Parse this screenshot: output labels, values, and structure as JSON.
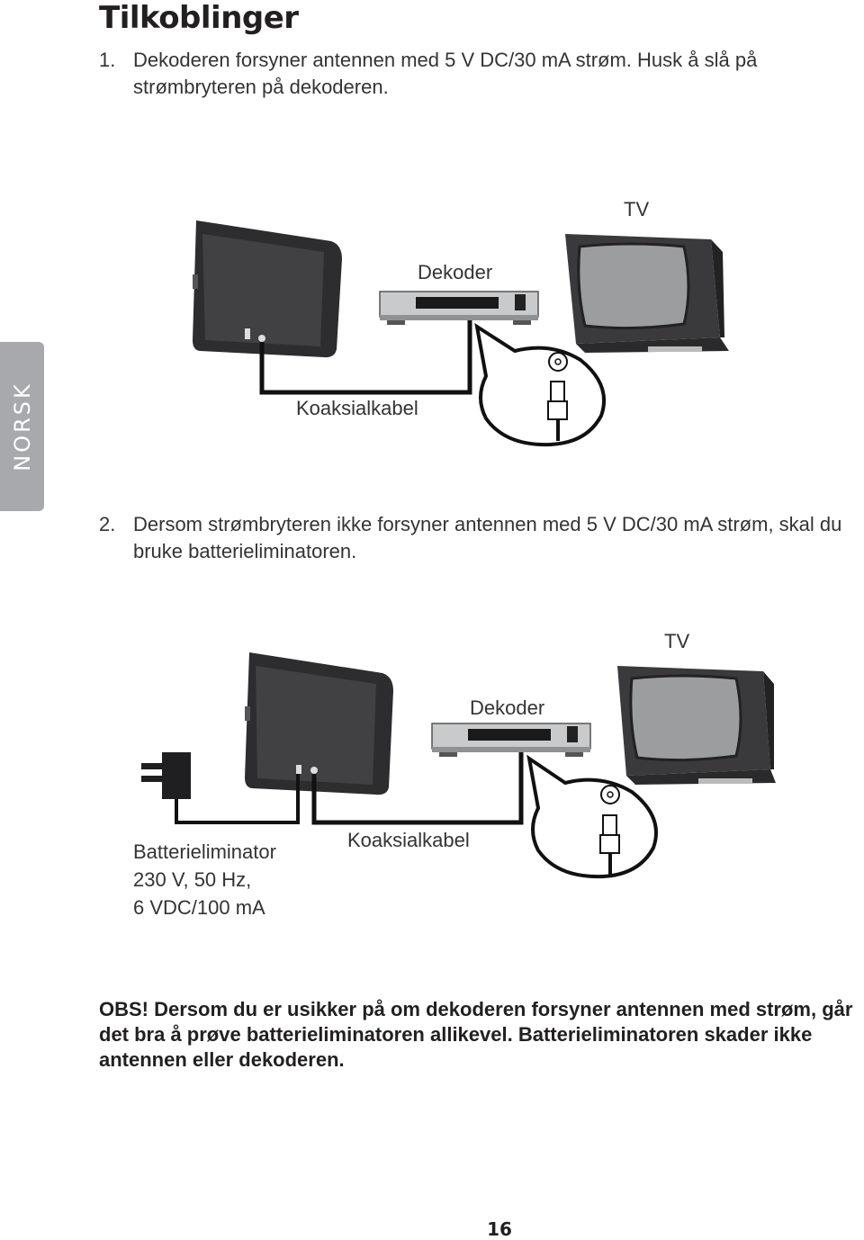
{
  "heading": "Tilkoblinger",
  "side_tab": "NORSK",
  "steps": [
    {
      "number": "1.",
      "text": "Dekoderen forsyner antennen med 5 V DC/30 mA strøm. Husk å slå på strømbryteren på dekoderen."
    },
    {
      "number": "2.",
      "text": "Dersom strømbryteren ikke forsyner antennen med 5 V DC/30 mA strøm, skal du bruke batterieliminatoren."
    }
  ],
  "diagram1": {
    "tv_label": "TV",
    "decoder_label": "Dekoder",
    "cable_label": "Koaksialkabel"
  },
  "diagram2": {
    "tv_label": "TV",
    "decoder_label": "Dekoder",
    "cable_label": "Koaksialkabel",
    "eliminator_lines": [
      "Batterieliminator",
      "230 V, 50 Hz,",
      "6 VDC/100 mA"
    ]
  },
  "note": "OBS! Dersom du er usikker på om dekoderen forsyner antennen med strøm, går det bra å prøve batterieliminatoren allikevel. Batterieliminatoren skader ikke antennen eller dekoderen.",
  "page_number": "16"
}
